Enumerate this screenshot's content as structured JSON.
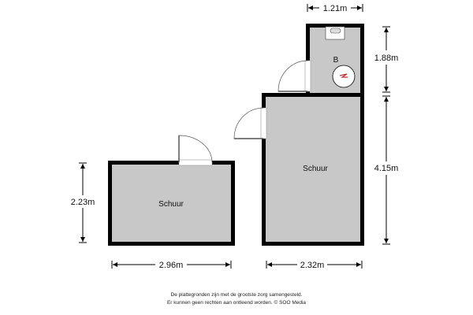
{
  "rooms": [
    {
      "label": "Schuur"
    },
    {
      "label": "Schuur"
    },
    {
      "label": "B"
    }
  ],
  "dimensions": {
    "left_shed_width": "2.96m",
    "left_shed_height": "2.23m",
    "right_shed_width": "2.32m",
    "right_shed_height": "4.15m",
    "bathroom_width": "1.21m",
    "bathroom_height": "1.88m"
  },
  "footer": {
    "line1": "De plattegronden zijn met de grootste zorg samengesteld.",
    "line2": "Er kunnen geen rechten aan ontleend worden. © SOO Media"
  },
  "colors": {
    "floor": "#c8c8c8",
    "wall": "#000000"
  }
}
